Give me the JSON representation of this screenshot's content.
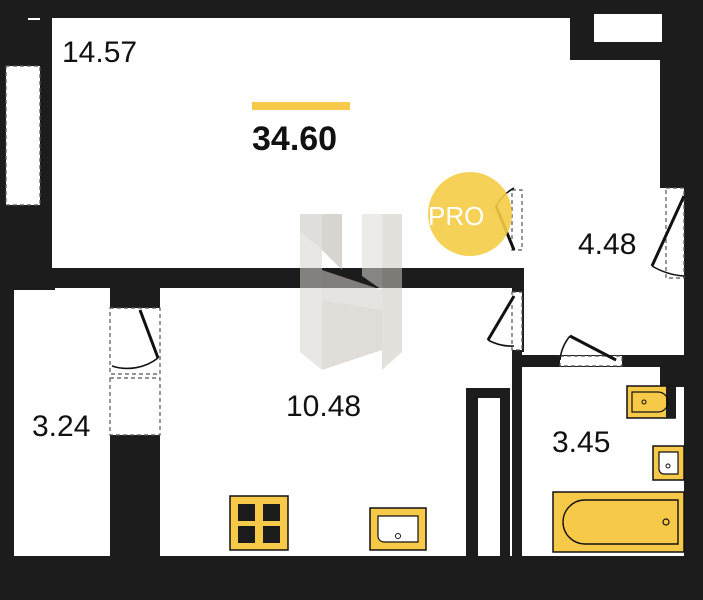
{
  "plan": {
    "total_area": "34.60",
    "rooms": [
      {
        "id": "living-room",
        "area": "14.57"
      },
      {
        "id": "hallway",
        "area": "4.48"
      },
      {
        "id": "balcony",
        "area": "3.24"
      },
      {
        "id": "kitchen",
        "area": "10.48"
      },
      {
        "id": "bathroom",
        "area": "3.45"
      }
    ],
    "watermark": "PRO",
    "colors": {
      "wall": "#1c1c1c",
      "fixture_fill": "#f7c948",
      "accent_bar": "#f7c948",
      "watermark_circle": "#f5cc45"
    }
  }
}
